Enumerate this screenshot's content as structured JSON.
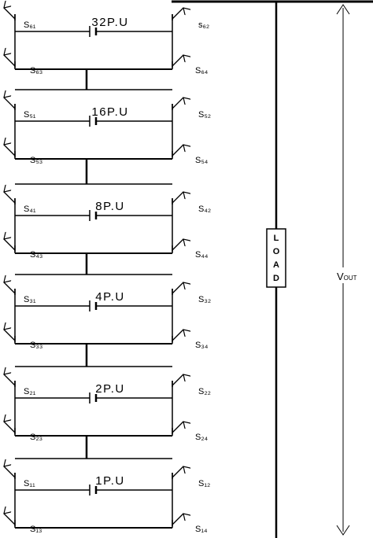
{
  "cells": [
    {
      "source": "32P.U",
      "switches": [
        "S₆₁",
        "s₆₂",
        "S₆₃",
        "S₆₄"
      ]
    },
    {
      "source": "16P.U",
      "switches": [
        "S₅₁",
        "S₅₂",
        "S₅₃",
        "S₅₄"
      ]
    },
    {
      "source": "8P.U",
      "switches": [
        "S₄₁",
        "S₄₂",
        "S₄₃",
        "S₄₄"
      ]
    },
    {
      "source": "4P.U",
      "switches": [
        "S₃₁",
        "S₃₂",
        "S₃₃",
        "S₃₄"
      ]
    },
    {
      "source": "2P.U",
      "switches": [
        "S₂₁",
        "S₂₂",
        "S₂₃",
        "S₂₄"
      ]
    },
    {
      "source": "1P.U",
      "switches": [
        "S₁₁",
        "S₁₂",
        "S₁₃",
        "S₁₄"
      ]
    }
  ],
  "load": {
    "letters": [
      "L",
      "O",
      "A",
      "D"
    ]
  },
  "output": {
    "label": "V",
    "sub": "OUT"
  }
}
